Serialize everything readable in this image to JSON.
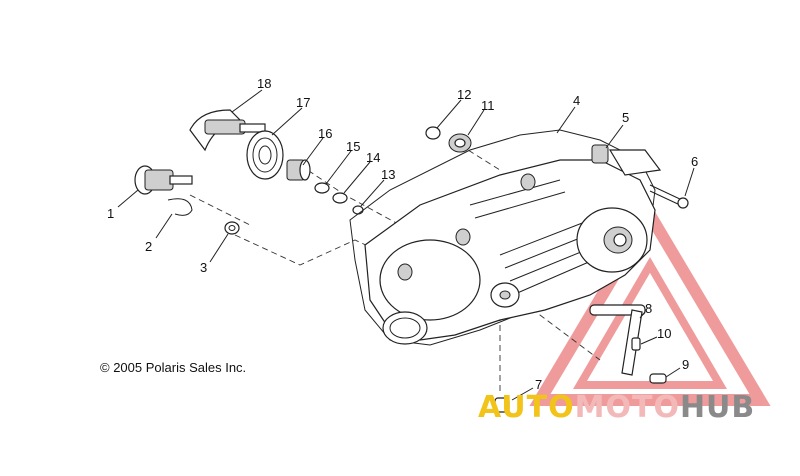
{
  "diagram": {
    "callouts": [
      "1",
      "2",
      "3",
      "4",
      "5",
      "6",
      "7",
      "8",
      "9",
      "10",
      "11",
      "12",
      "13",
      "14",
      "15",
      "16",
      "17",
      "18"
    ],
    "copyright": "© 2005 Polaris Sales Inc."
  },
  "watermark": {
    "part1": "AUTO",
    "part2": "MOTO",
    "part3": "HUB",
    "colors": {
      "auto": "#f2c318",
      "moto": "#f3b8b8",
      "hub": "#8a8a8a",
      "triangle": "#f08a8a"
    }
  }
}
